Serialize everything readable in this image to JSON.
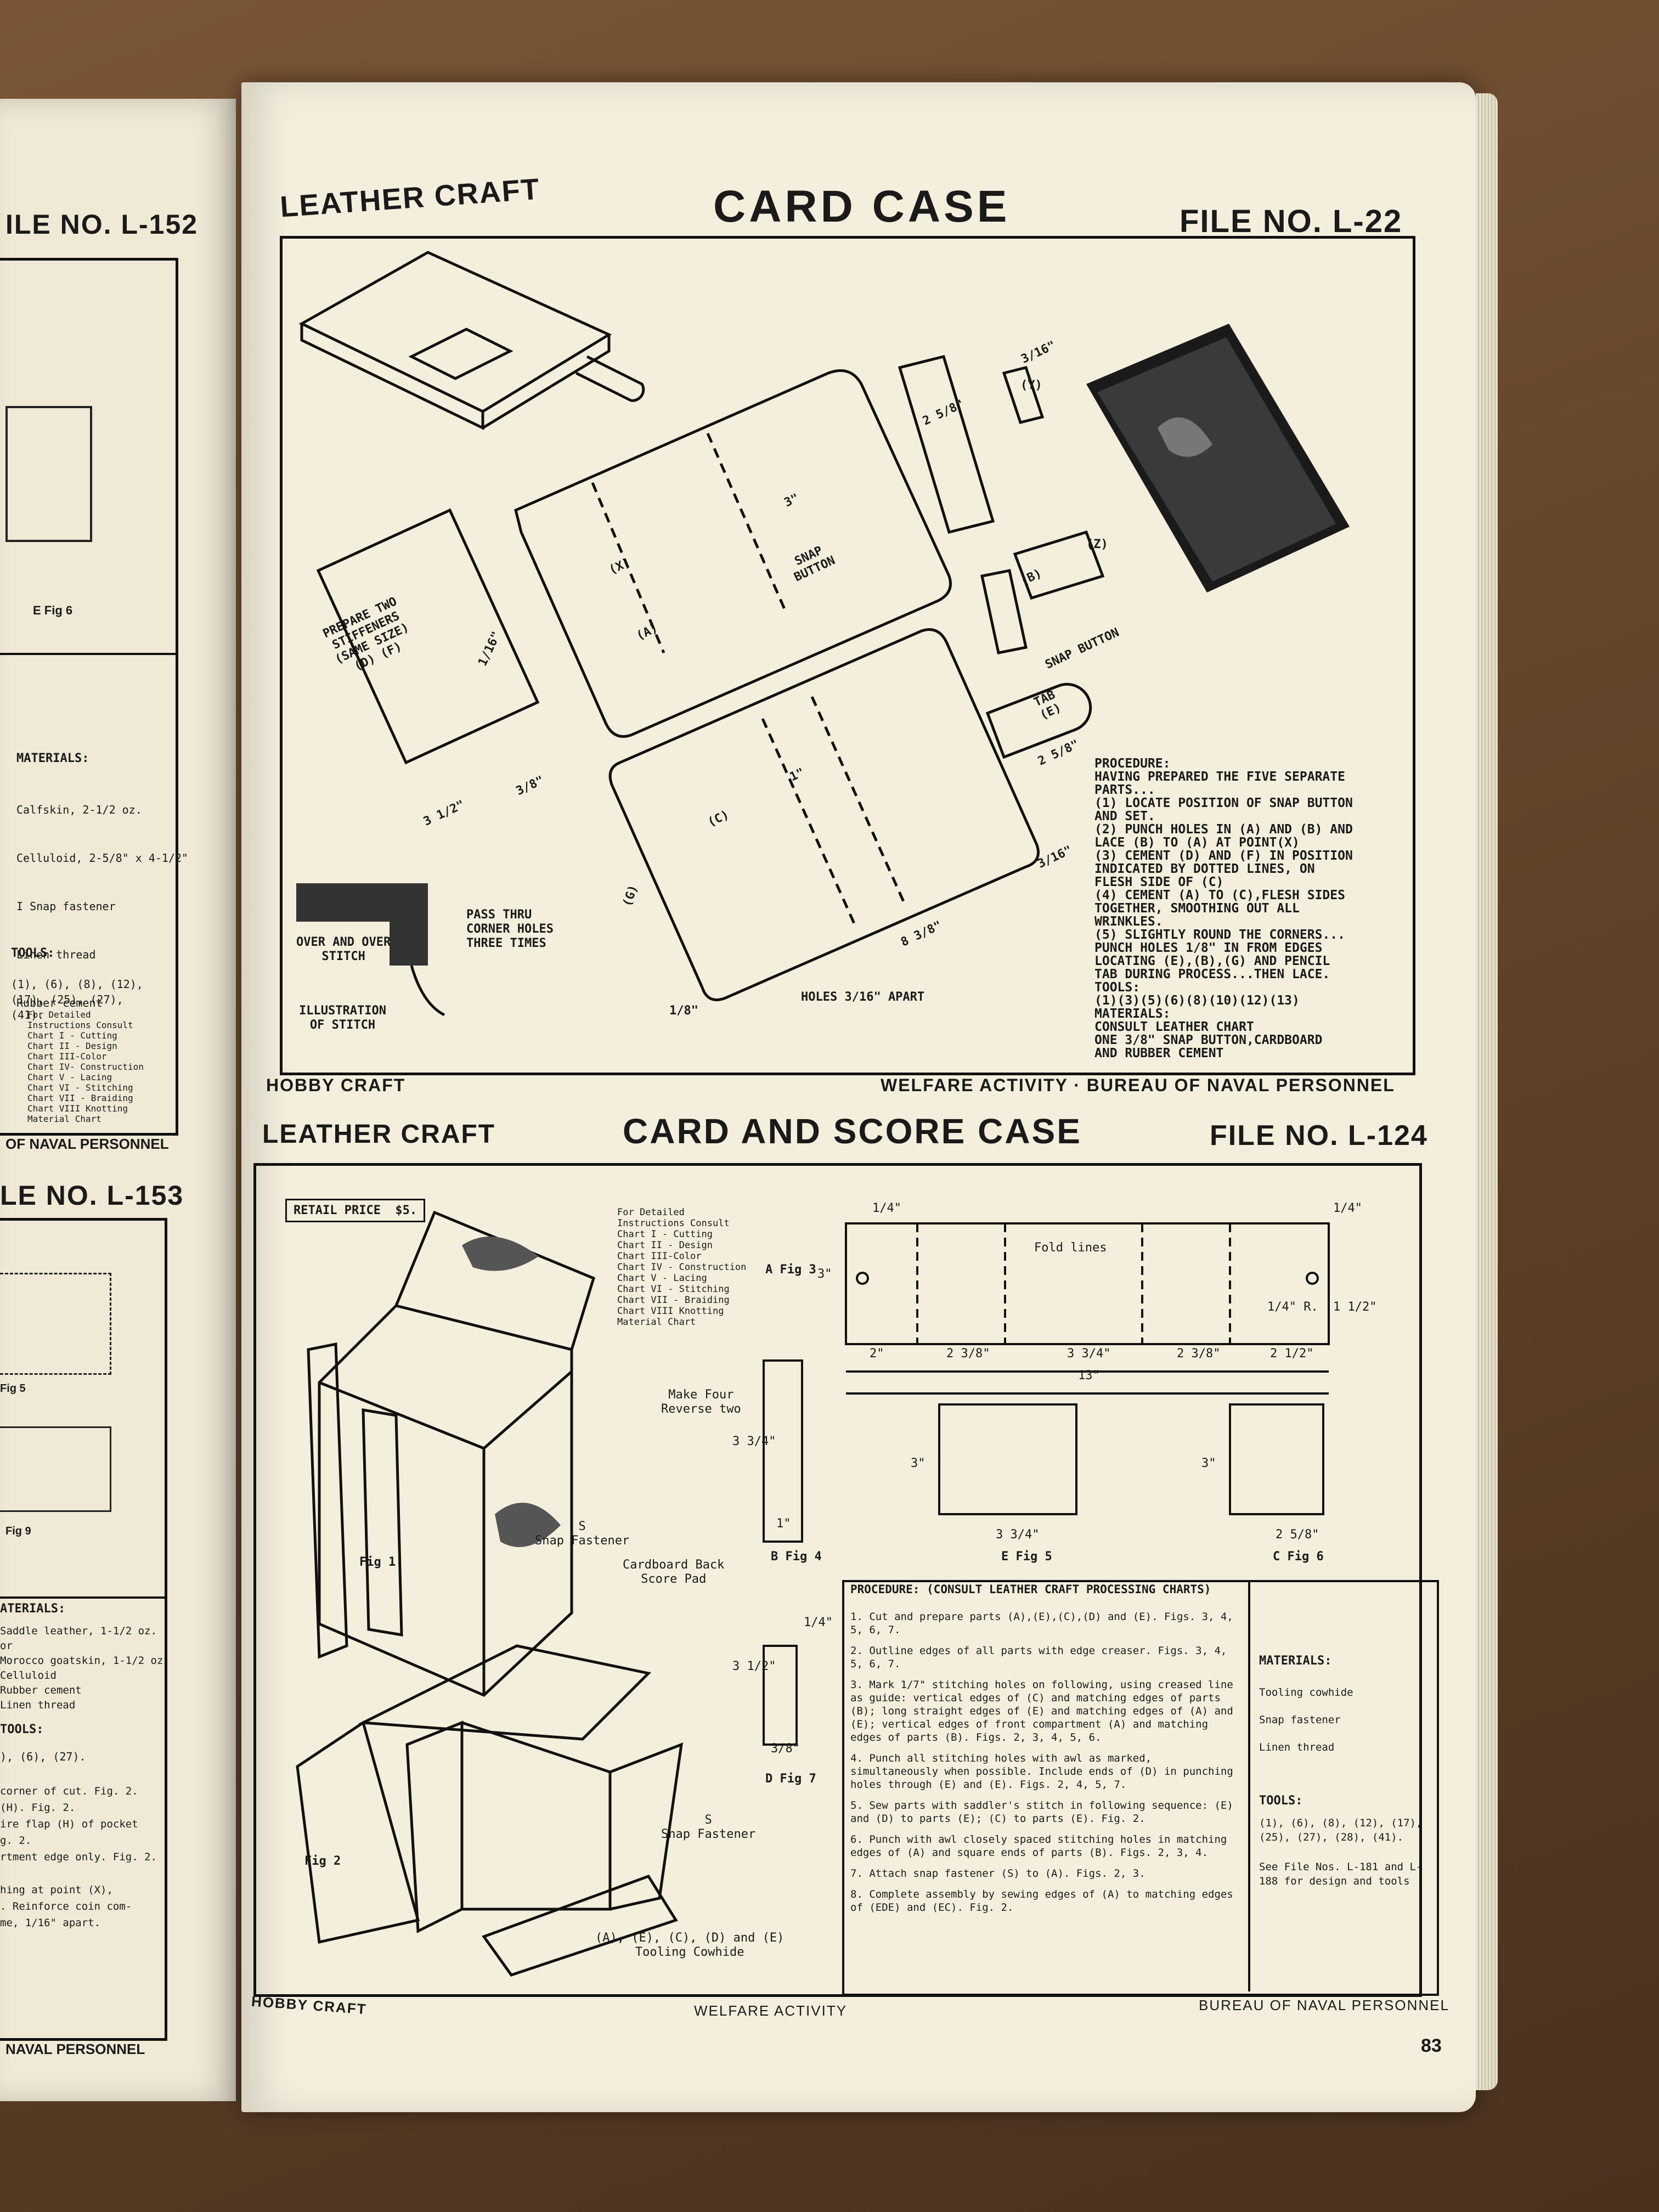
{
  "left_page": {
    "file_top": "ILE NO. L-152",
    "fig_label_top": "E Fig 6",
    "materials_label": "MATERIALS:",
    "materials": [
      "Calfskin, 2-1/2 oz.",
      "Celluloid, 2-5/8\" x 4-1/2\"",
      "I Snap fastener",
      "Linen thread",
      "Rubber cement"
    ],
    "tools_label": "TOOLS:",
    "tools": "(1), (6), (8), (12), (17), (25), (27), (41).",
    "chart_list": "For Detailed\nInstructions Consult\nChart I - Cutting\nChart II - Design\nChart III-Color\nChart IV- Construction\nChart V - Lacing\nChart VI - Stitching\nChart VII - Braiding\nChart VIII Knotting\nMaterial Chart",
    "bureau_top": "OF NAVAL PERSONNEL",
    "file_bottom": "LE NO. L-153",
    "fig5": "Fig 5",
    "fig9": "Fig 9",
    "materials2_label": "ATERIALS:",
    "materials2": "Saddle leather, 1-1/2 oz.\nor\nMorocco goatskin, 1-1/2 oz.\nCelluloid\nRubber cement\nLinen thread",
    "tools2_label": "TOOLS:",
    "tools2": "), (6), (27).",
    "notes": "corner of cut. Fig. 2.\n(H). Fig. 2.\nire flap (H) of pocket\ng. 2.\nrtment edge only. Fig. 2.\n\nhing at point (X),\n. Reinforce coin com-\nme, 1/16\" apart.",
    "bureau_bottom": "NAVAL PERSONNEL"
  },
  "top_section": {
    "category": "LEATHER CRAFT",
    "title": "CARD CASE",
    "file_no": "FILE NO. L-22",
    "labels": {
      "stiffeners": "PREPARE TWO\nSTIFFENERS\n(SAME SIZE)\n(D) (F)",
      "snap_button": "SNAP\nBUTTON",
      "snap_button2": "SNAP BUTTON",
      "tab": "TAB\n(E)",
      "part_a": "(A)",
      "part_c": "(C)",
      "part_b": "(B)",
      "part_x": "(X)",
      "part_y": "(Y)",
      "part_z": "(Z)",
      "part_g": "(G)",
      "dim_3_1_2": "3 1/2\"",
      "dim_3": "3\"",
      "dim_2_5_8": "2 5/8\"",
      "dim_2_5_8b": "2 5/8\"",
      "dim_3_8": "3/8\"",
      "dim_3_16": "3/16\"",
      "dim_3_16b": "3/16\"",
      "dim_8_3_8": "8 3/8\"",
      "dim_1_16": "1/16\"",
      "dim_1_8": "1/8\"",
      "dim_1": "1\"",
      "holes": "HOLES 3/16\" APART",
      "over_stitch": "OVER AND OVER\nSTITCH",
      "illustration": "ILLUSTRATION\nOF STITCH",
      "pass_thru": "PASS THRU\nCORNER HOLES\nTHREE TIMES"
    },
    "procedure": "PROCEDURE:\nHAVING PREPARED THE FIVE SEPARATE\nPARTS...\n(1) LOCATE POSITION OF SNAP BUTTON\n    AND SET.\n(2) PUNCH HOLES IN (A) AND (B) AND\n    LACE (B) TO (A) AT POINT(X)\n(3) CEMENT (D) AND (F) IN POSITION\n    INDICATED BY DOTTED LINES, ON\n    FLESH SIDE OF (C)\n(4) CEMENT (A) TO (C),FLESH SIDES\n    TOGETHER, SMOOTHING OUT ALL\n    WRINKLES.\n(5) SLIGHTLY ROUND THE CORNERS...\n    PUNCH HOLES 1/8\" IN FROM EDGES\n    LOCATING (E),(B),(G) AND PENCIL\n    TAB DURING PROCESS...THEN LACE.\nTOOLS:\n(1)(3)(5)(6)(8)(10)(12)(13)\nMATERIALS:\nCONSULT LEATHER CHART\nONE 3/8\" SNAP BUTTON,CARDBOARD\nAND RUBBER CEMENT",
    "footer_left": "HOBBY CRAFT",
    "footer_right": "WELFARE ACTIVITY · BUREAU OF NAVAL PERSONNEL"
  },
  "bottom_section": {
    "category": "LEATHER CRAFT",
    "title": "CARD AND SCORE CASE",
    "file_no": "FILE NO. L-124",
    "retail_price": "RETAIL PRICE  $5.",
    "chart_list": "For Detailed\nInstructions Consult\nChart I - Cutting\nChart II - Design\nChart III-Color\nChart IV - Construction\nChart V - Lacing\nChart VI - Stitching\nChart VII - Braiding\nChart VIII Knotting\nMaterial Chart",
    "fig1": "Fig 1",
    "fig2": "Fig 2",
    "fig3": "A Fig 3",
    "fig4": "B Fig 4",
    "fig5": "E Fig 5",
    "fig6": "C Fig 6",
    "fig7": "D Fig 7",
    "fold_lines": "Fold lines",
    "make_four": "Make Four\nReverse two",
    "snap_fastener": "S\nSnap Fastener",
    "snap_fastener2": "S\nSnap Fastener",
    "cardboard": "Cardboard Back\nScore Pad",
    "parts_note": "(A), (E), (C), (D) and (E)\nTooling Cowhide",
    "dims": {
      "d1_4a": "1/4\"",
      "d1_4b": "1/4\"",
      "d3": "3\"",
      "d2": "2\"",
      "d2_3_8a": "2 3/8\"",
      "d3_3_4": "3 3/4\"",
      "d2_3_8b": "2 3/8\"",
      "d2_1_2": "2 1/2\"",
      "d13": "13\"",
      "d1_2": "1 1/2\"",
      "d1_4r": "1/4\" R.",
      "d3_3_4b": "3 3/4\"",
      "d1": "1\"",
      "d3b": "3\"",
      "d3_3_4c": "3 3/4\"",
      "d3c": "3\"",
      "d2_5_8": "2 5/8\"",
      "d3_1_2": "3 1/2\"",
      "d3_8": "3/8\"",
      "d1_4c": "1/4\""
    },
    "procedure_title": "PROCEDURE: (CONSULT LEATHER CRAFT PROCESSING CHARTS)",
    "steps": [
      "1. Cut and prepare parts (A),(E),(C),(D) and (E). Figs. 3, 4, 5, 6, 7.",
      "2. Outline edges of all parts with edge creaser. Figs. 3, 4, 5, 6, 7.",
      "3. Mark 1/7\" stitching holes on following, using creased line as guide: vertical edges of (C) and matching edges of parts (B); long straight edges of (E) and matching edges of (A) and (E); vertical edges of front compartment (A) and matching edges of parts (B). Figs. 2, 3, 4, 5, 6.",
      "4. Punch all stitching holes with awl as marked, simultaneously when possible. Include ends of (D) in punching holes through (E) and (E). Figs. 2, 4, 5, 7.",
      "5. Sew parts with saddler's stitch in following sequence: (E) and (D) to parts (E); (C) to parts (E). Fig. 2.",
      "6. Punch with awl closely spaced stitching holes in matching edges of (A) and square ends of parts (B). Figs. 2, 3, 4.",
      "7. Attach snap fastener (S) to (A). Figs. 2, 3.",
      "8. Complete assembly by sewing edges of (A) to matching edges of (EDE) and (EC). Fig. 2."
    ],
    "materials_label": "MATERIALS:",
    "materials": [
      "Tooling cowhide",
      "Snap fastener",
      "Linen thread"
    ],
    "tools_label": "TOOLS:",
    "tools": "(1), (6), (8), (12), (17), (25), (27), (28), (41).",
    "see_file": "See File Nos. L-181 and L-188 for design and tools",
    "footer_left": "HOBBY CRAFT",
    "footer_center": "WELFARE ACTIVITY",
    "footer_right": "BUREAU OF NAVAL PERSONNEL"
  },
  "page_number": "83"
}
